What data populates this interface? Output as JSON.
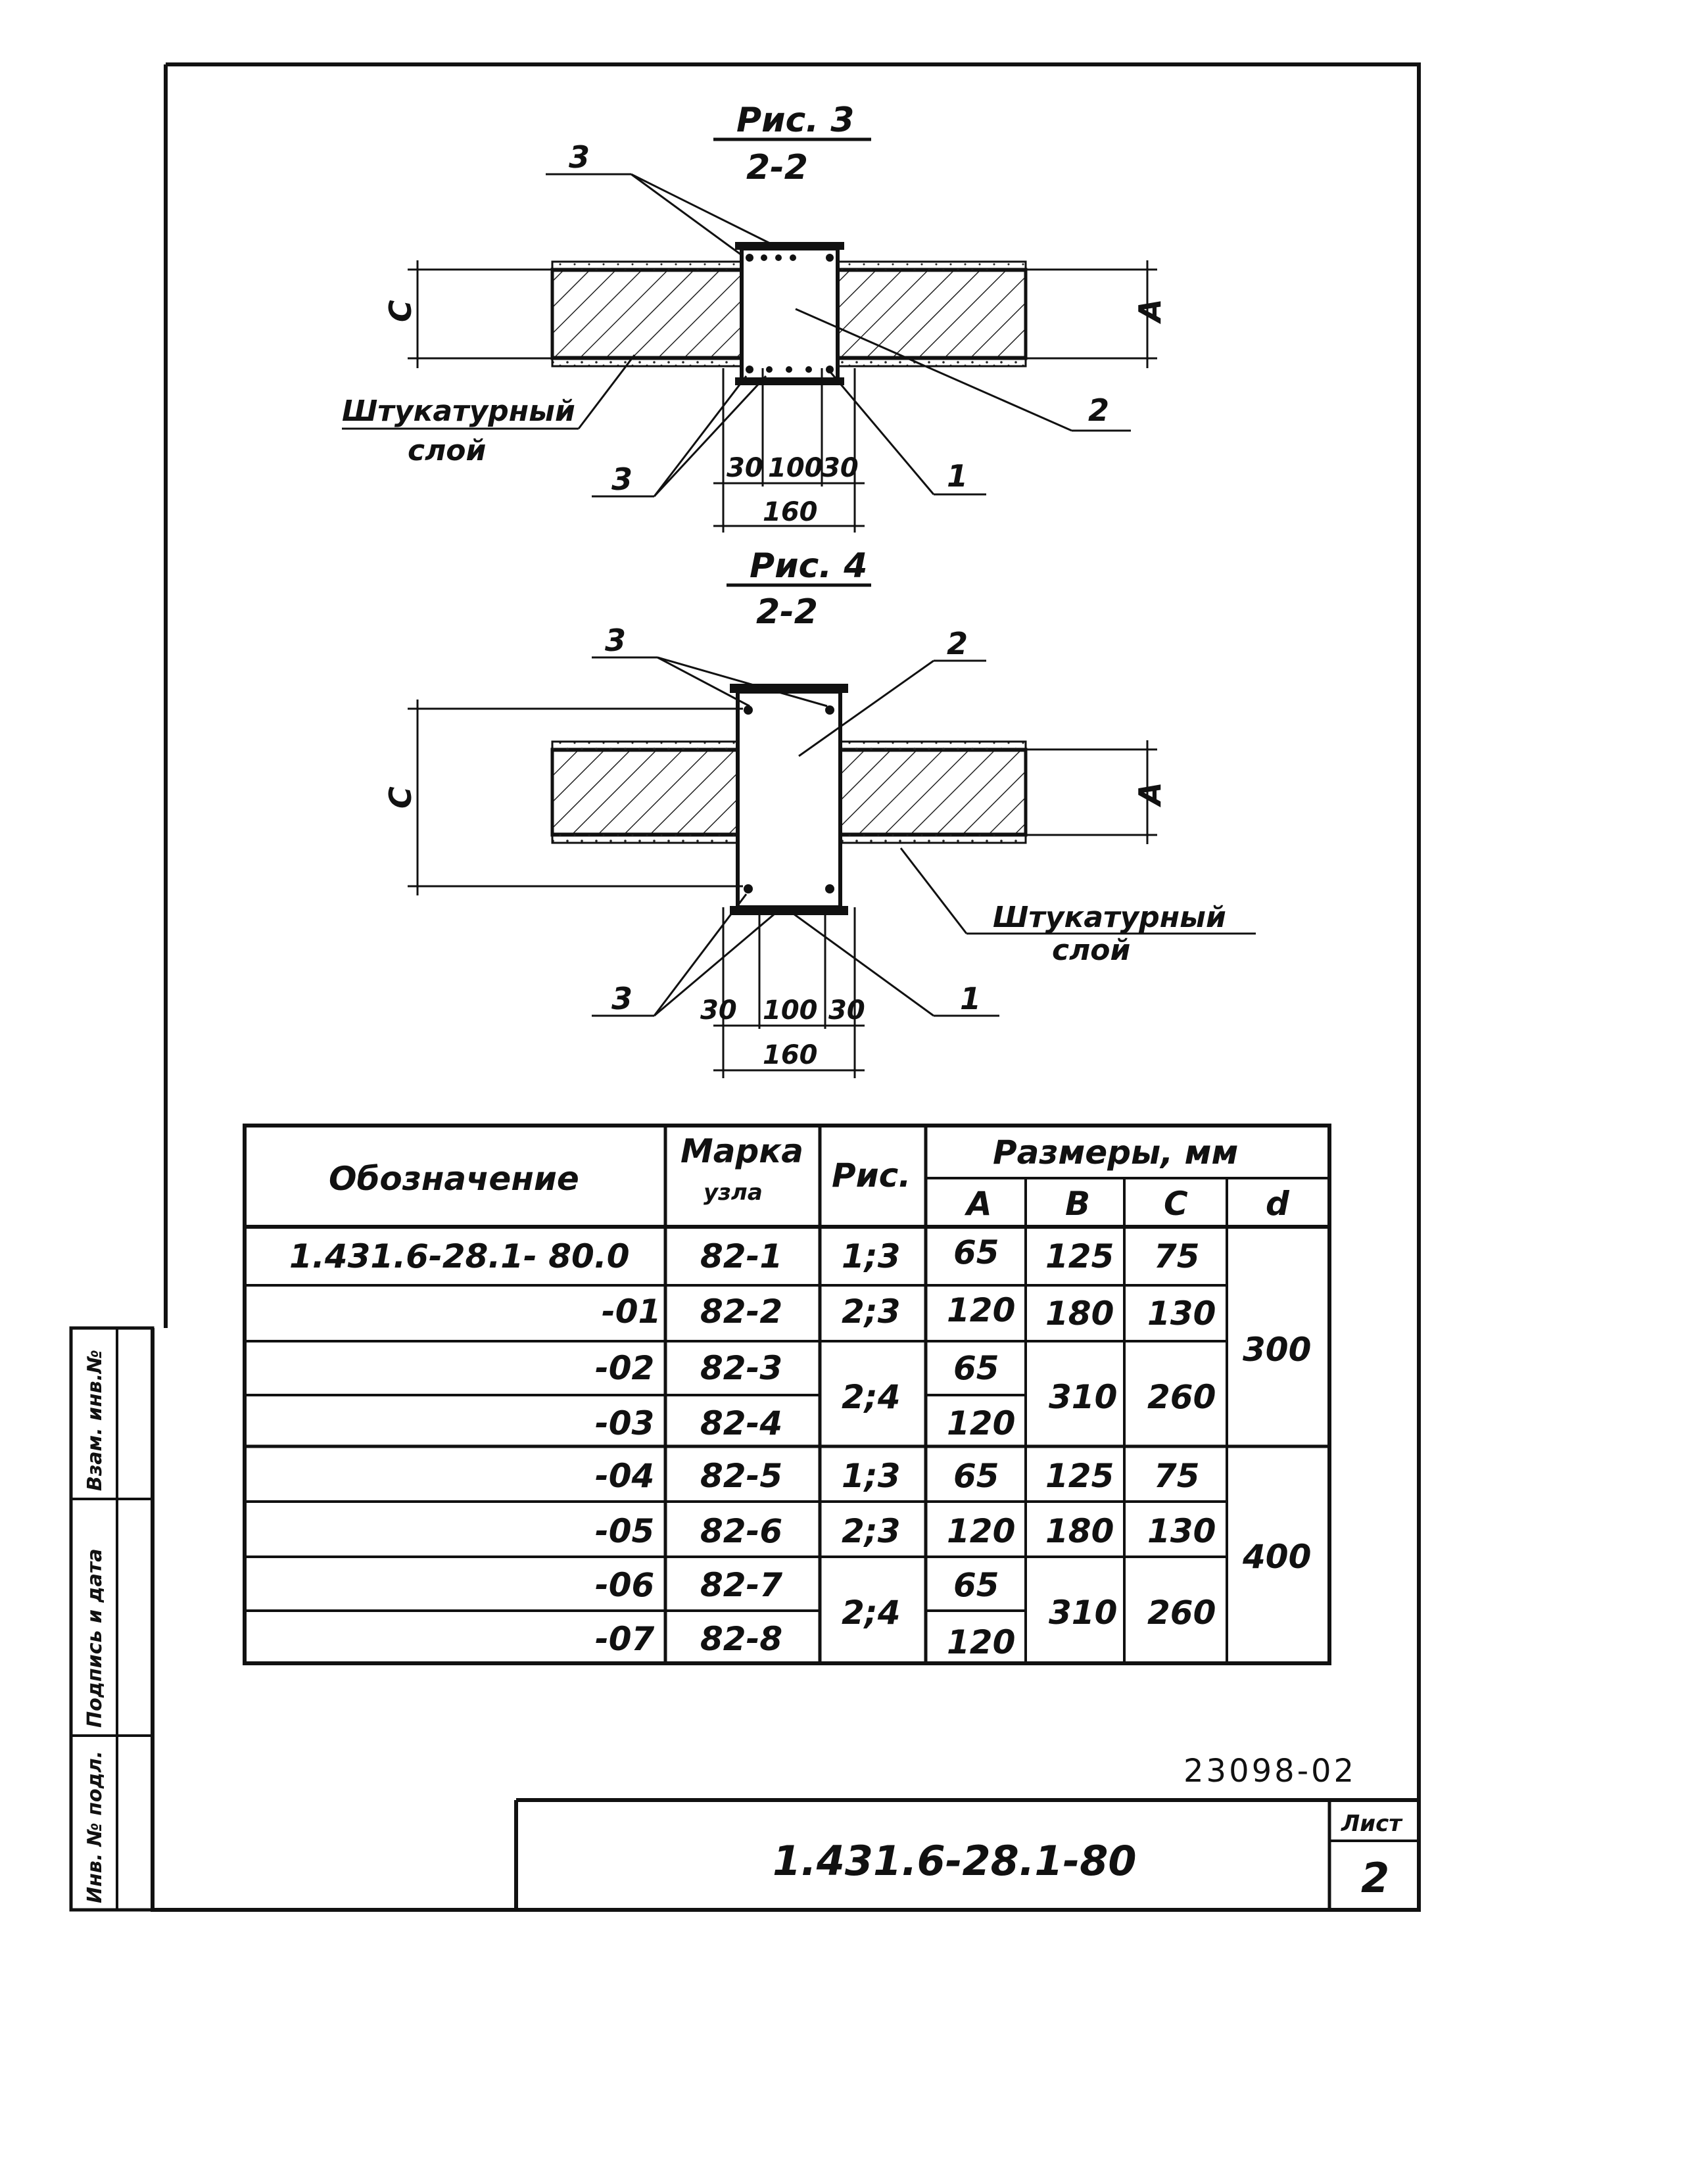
{
  "figures": [
    {
      "title": "Рис. 3",
      "section": "2-2",
      "callouts": [
        "3",
        "3",
        "2",
        "1"
      ],
      "dims": {
        "left": "С",
        "right": "А",
        "d1": "30",
        "d2": "100",
        "d3": "30",
        "total": "160"
      },
      "note_line1": "Штукатурный",
      "note_line2": "слой"
    },
    {
      "title": "Рис. 4",
      "section": "2-2",
      "callouts": [
        "3",
        "2",
        "3",
        "1"
      ],
      "dims": {
        "left": "С",
        "right": "А",
        "d1": "30",
        "d2": "100",
        "d3": "30",
        "total": "160"
      },
      "note_line1": "Штукатурный",
      "note_line2": "слой"
    }
  ],
  "table": {
    "headers": {
      "designation": "Обозначение",
      "mark_line1": "Марка",
      "mark_line2": "узла",
      "fig": "Рис.",
      "sizes": "Размеры, мм",
      "A": "А",
      "B": "В",
      "C": "С",
      "d": "d"
    },
    "rows": [
      {
        "designation": "1.431.6-28.1- 80.0",
        "mark": "82-1",
        "fig": "1;3",
        "A": "65",
        "B": "125",
        "C": "75"
      },
      {
        "designation": "-01",
        "mark": "82-2",
        "fig": "2;3",
        "A": "120",
        "B": "180",
        "C": "130"
      },
      {
        "designation": "-02",
        "mark": "82-3",
        "A": "65"
      },
      {
        "designation": "-03",
        "mark": "82-4",
        "A": "120"
      },
      {
        "designation": "-04",
        "mark": "82-5",
        "fig": "1;3",
        "A": "65",
        "B": "125",
        "C": "75"
      },
      {
        "designation": "-05",
        "mark": "82-6",
        "fig": "2;3",
        "A": "120",
        "B": "180",
        "C": "130"
      },
      {
        "designation": "-06",
        "mark": "82-7",
        "A": "65"
      },
      {
        "designation": "-07",
        "mark": "82-8",
        "A": "120"
      }
    ],
    "merged": {
      "fig_24a": "2;4",
      "fig_24b": "2;4",
      "B_310a": "310",
      "C_260a": "260",
      "B_310b": "310",
      "C_260b": "260",
      "d_300": "300",
      "d_400": "400"
    }
  },
  "archive_code": "23098-02",
  "title_block": {
    "doc_number": "1.431.6-28.1-80",
    "sheet_label": "Лист",
    "sheet_number": "2"
  },
  "side_stamps": [
    "Взам. инв.№",
    "Подпись и дата",
    "Инв. № подл."
  ]
}
